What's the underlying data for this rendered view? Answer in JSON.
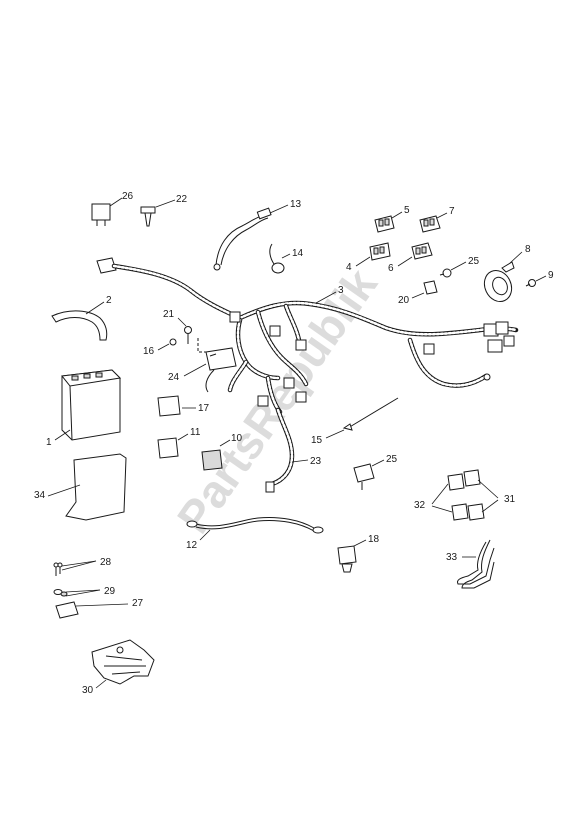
{
  "watermark": "PartsRepublik",
  "callouts": {
    "c1": "1",
    "c2": "2",
    "c3": "3",
    "c4": "4",
    "c5": "5",
    "c6": "6",
    "c7": "7",
    "c8": "8",
    "c9": "9",
    "c10": "10",
    "c11": "11",
    "c12": "12",
    "c13": "13",
    "c14": "14",
    "c15": "15",
    "c16": "16",
    "c17": "17",
    "c18": "18",
    "c20": "20",
    "c21": "21",
    "c22": "22",
    "c23": "23",
    "c24": "24",
    "c25a": "25",
    "c25b": "25",
    "c26": "26",
    "c27": "27",
    "c28": "28",
    "c29": "29",
    "c30": "30",
    "c31": "31",
    "c32": "32",
    "c33": "33",
    "c34": "34"
  }
}
